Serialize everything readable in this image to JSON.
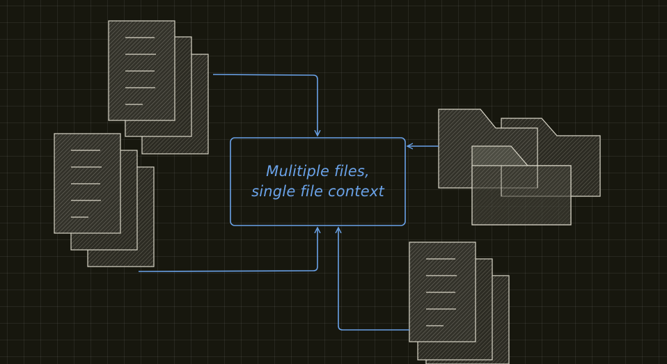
{
  "center_node": {
    "line1": "Mulitiple files,",
    "line2": "single file context"
  },
  "colors": {
    "background": "#17170e",
    "accent": "#6aa2e8",
    "sketch_stroke": "#d9d6c8",
    "sketch_fill": "#3a3930"
  },
  "icons": [
    "document-stack-icon-top-left",
    "document-stack-icon-left",
    "folder-stack-icon-right",
    "document-stack-icon-bottom"
  ]
}
